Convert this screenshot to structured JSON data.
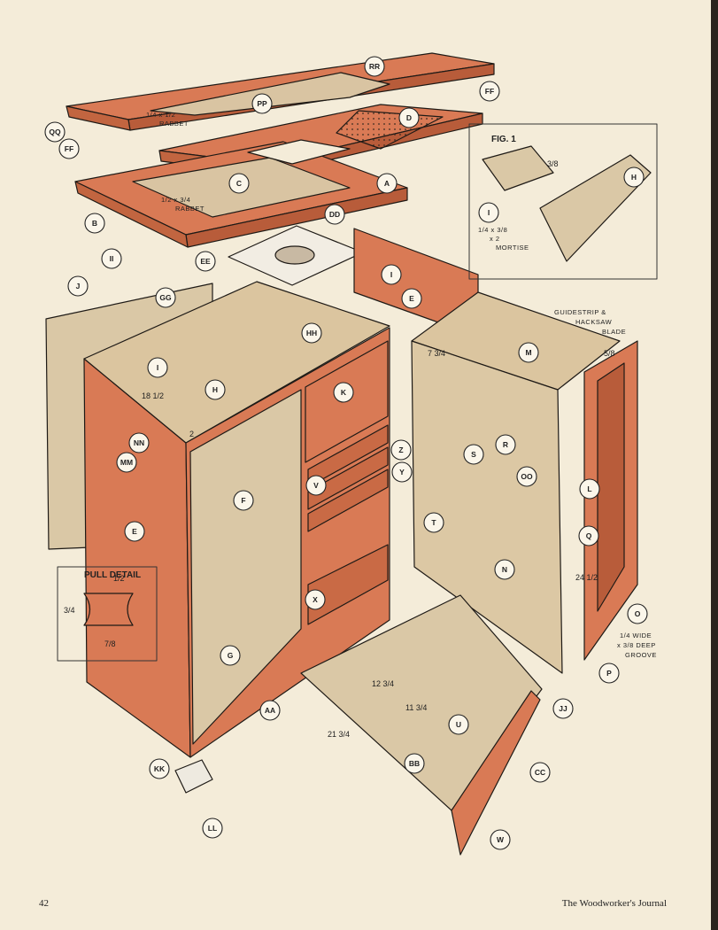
{
  "footer": {
    "page_number": "42",
    "journal": "The Woodworker's Journal"
  },
  "labels": {
    "fig1": "FIG. 1",
    "pull_detail": "PULL DETAIL",
    "guidestrip": "GUIDESTRIP &",
    "hacksaw": "HACKSAW",
    "blade": "BLADE",
    "rabbet1": "1/4 x 1/2",
    "rabbet1b": "RABBET",
    "rabbet2": "1/2 x 3/4",
    "rabbet2b": "RABBET",
    "mortise": "1/4 x 3/8",
    "mortise2": "x 2",
    "mortise3": "MORTISE",
    "groove1": "1/4 WIDE",
    "groove2": "x 3/8 DEEP",
    "groove3": "GROOVE"
  },
  "callouts": {
    "RR": "RR",
    "PP": "PP",
    "D": "D",
    "QQ": "QQ",
    "FF": "FF",
    "FF2": "FF",
    "C": "C",
    "A": "A",
    "B": "B",
    "DD": "DD",
    "II": "II",
    "EE": "EE",
    "GG": "GG",
    "J": "J",
    "HH": "HH",
    "I": "I",
    "I2": "I",
    "I3": "I",
    "E": "E",
    "E2": "E",
    "H": "H",
    "H2": "H",
    "K": "K",
    "NN": "NN",
    "MM": "MM",
    "F": "F",
    "V": "V",
    "Y": "Y",
    "Z": "Z",
    "M": "M",
    "R": "R",
    "S": "S",
    "OO": "OO",
    "T": "T",
    "L": "L",
    "Q": "Q",
    "N": "N",
    "O": "O",
    "P": "P",
    "X": "X",
    "AA": "AA",
    "U": "U",
    "BB": "BB",
    "CC": "CC",
    "W": "W",
    "JJ": "JJ",
    "KK": "KK",
    "LL": "LL",
    "G": "G"
  },
  "dimensions": {
    "d18": "18 1/2",
    "d2a": "2",
    "d7": "7 3/4",
    "d12": "12 3/4",
    "d11": "11 3/4",
    "d21": "21 3/4",
    "d24": "24 1/2",
    "d5": "5/8",
    "d34": "3/4",
    "d78": "7/8",
    "d12b": "1/2",
    "d58b": "3/8"
  }
}
